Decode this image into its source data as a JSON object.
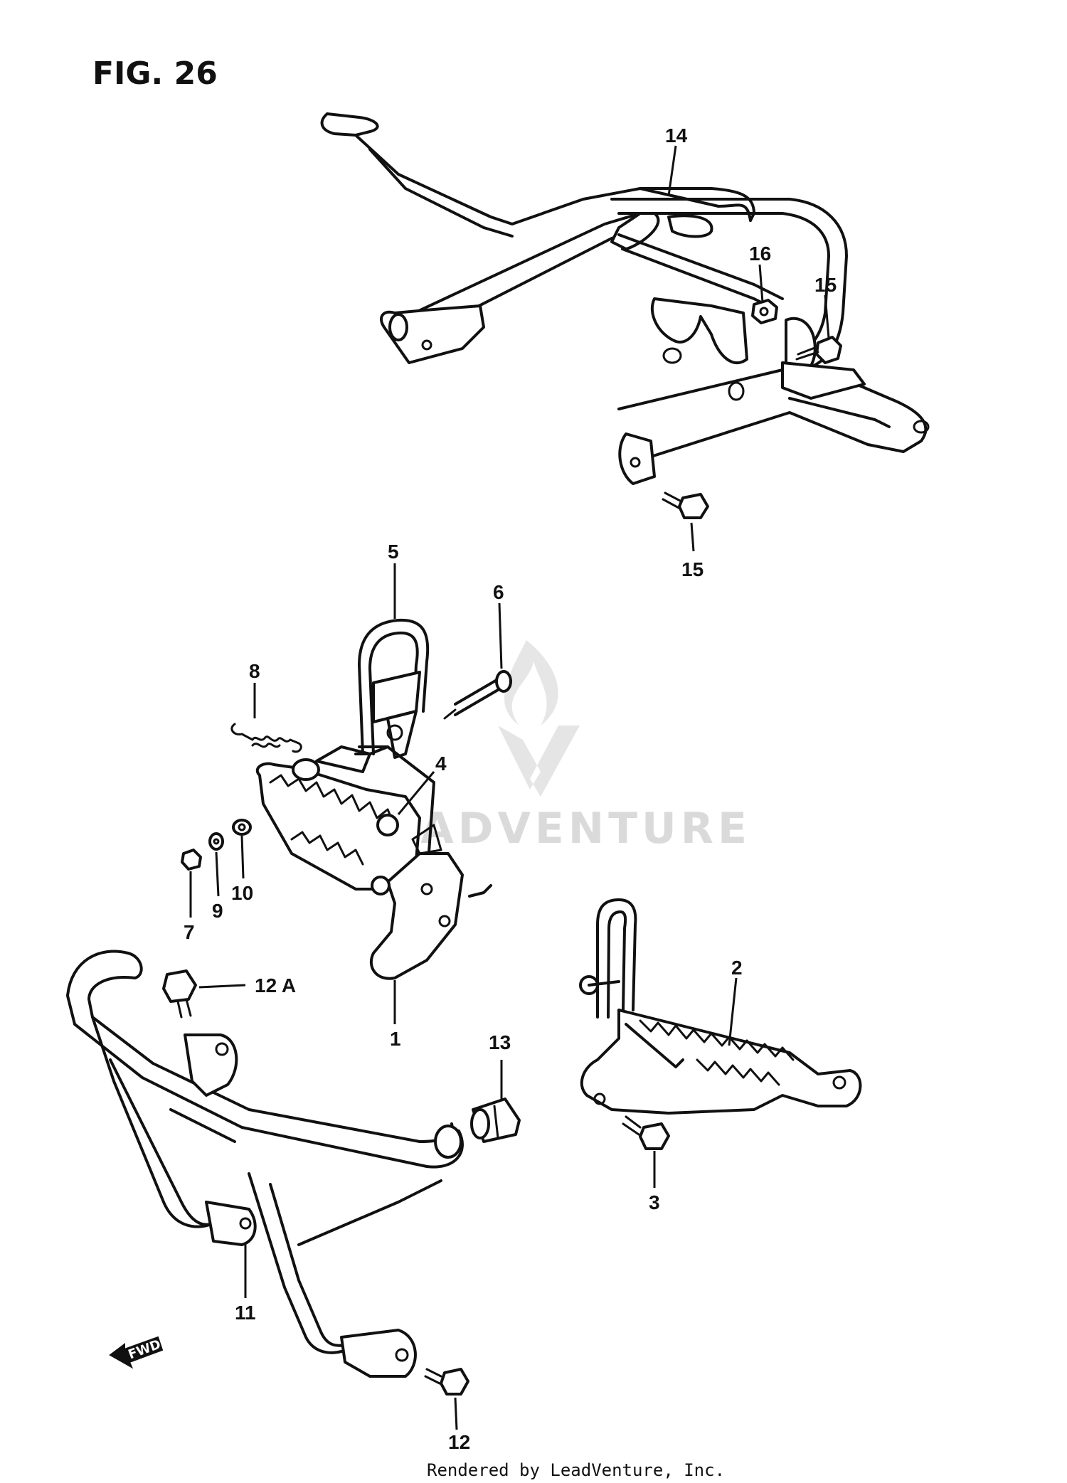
{
  "figure": {
    "title": "FIG. 26"
  },
  "callouts": {
    "p1": "1",
    "p2": "2",
    "p3": "3",
    "p4": "4",
    "p5": "5",
    "p6": "6",
    "p7": "7",
    "p8": "8",
    "p9": "9",
    "p10": "10",
    "p11": "11",
    "p12": "12",
    "p12a": "12 A",
    "p13": "13",
    "p14": "14",
    "p15_upper": "15",
    "p15_lower": "15",
    "p16": "16"
  },
  "watermark": {
    "text": "LEADVENTURE"
  },
  "direction_arrow": {
    "label": "FWD"
  },
  "footer": {
    "credit": "Rendered by LeadVenture, Inc."
  }
}
